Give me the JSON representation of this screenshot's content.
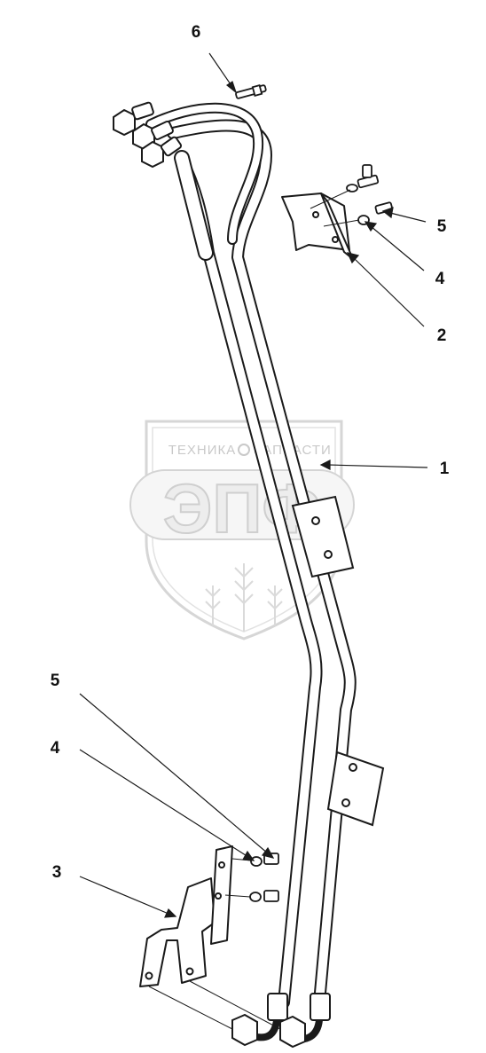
{
  "watermark": {
    "left_text": "ТЕХНИКА",
    "right_text": "ЗАПЧАСТИ",
    "logo": "ЭПФ"
  },
  "callouts": [
    {
      "id": "c6",
      "label": "6"
    },
    {
      "id": "c5a",
      "label": "5"
    },
    {
      "id": "c4a",
      "label": "4"
    },
    {
      "id": "c2",
      "label": "2"
    },
    {
      "id": "c1",
      "label": "1"
    },
    {
      "id": "c5b",
      "label": "5"
    },
    {
      "id": "c4b",
      "label": "4"
    },
    {
      "id": "c3",
      "label": "3"
    }
  ]
}
